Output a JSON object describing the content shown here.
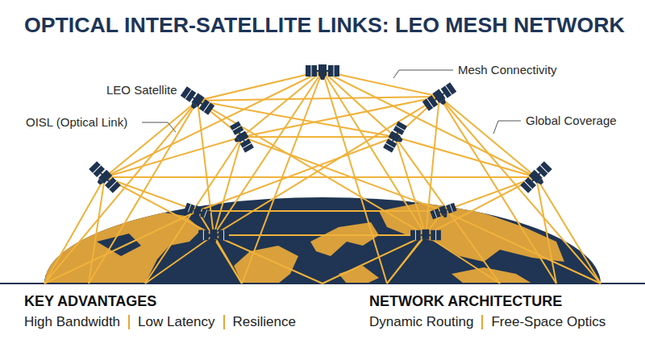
{
  "diagram": {
    "title": "OPTICAL INTER-SATELLITE LINKS: LEO MESH NETWORK",
    "labels": [
      "LEO Satellite",
      "OISL (Optical Link)",
      "Mesh Connectivity",
      "Global Coverage",
      "KEY ADVANTAGES",
      "High Bandwidth",
      "Low Latency",
      "Resilience",
      "NETWORK ARCHITECTURE",
      "Dynamic Routing",
      "Free-Space Optics"
    ]
  }
}
